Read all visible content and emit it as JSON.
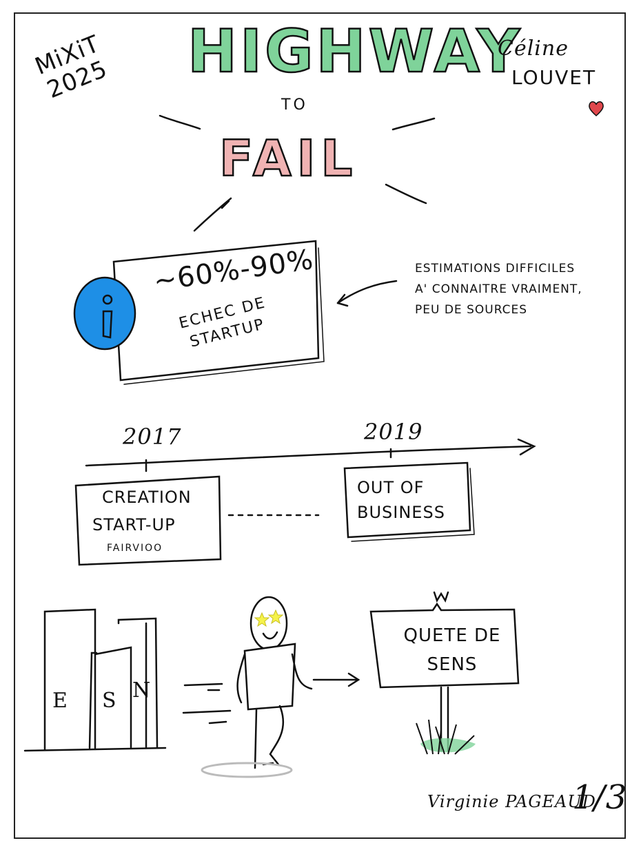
{
  "header": {
    "event": "MiXiT",
    "event_year": "2025",
    "title_main": "HIGHWAY",
    "title_connector": "TO",
    "title_end": "FAIL",
    "speaker_first": "Céline",
    "speaker_last": "LOUVET"
  },
  "info_box": {
    "stat": "~60%-90%",
    "label_line1": "ECHEC DE",
    "label_line2": "STARTUP",
    "side_note_line1": "ESTIMATIONS DIFFICILES",
    "side_note_line2": "A' CONNAITRE VRAIMENT,",
    "side_note_line3": "PEU DE SOURCES"
  },
  "timeline": {
    "year_start": "2017",
    "year_end": "2019",
    "event_start_line1": "CREATION",
    "event_start_line2": "START-UP",
    "event_start_name": "FAIRVIOO",
    "event_end_line1": "OUT OF",
    "event_end_line2": "BUSINESS"
  },
  "scene": {
    "building_letters": [
      "E",
      "S",
      "N"
    ],
    "sign_line1": "QUETE DE",
    "sign_line2": "SENS"
  },
  "footer": {
    "author": "Virginie PAGEAUD",
    "page": "1/3"
  },
  "colors": {
    "title_fill": "#7fd39a",
    "fail_fill": "#f0b3b3",
    "info_icon": "#1e8fe6",
    "heart": "#e0474c",
    "stars": "#f5f24a",
    "grass": "#7fd39a"
  }
}
